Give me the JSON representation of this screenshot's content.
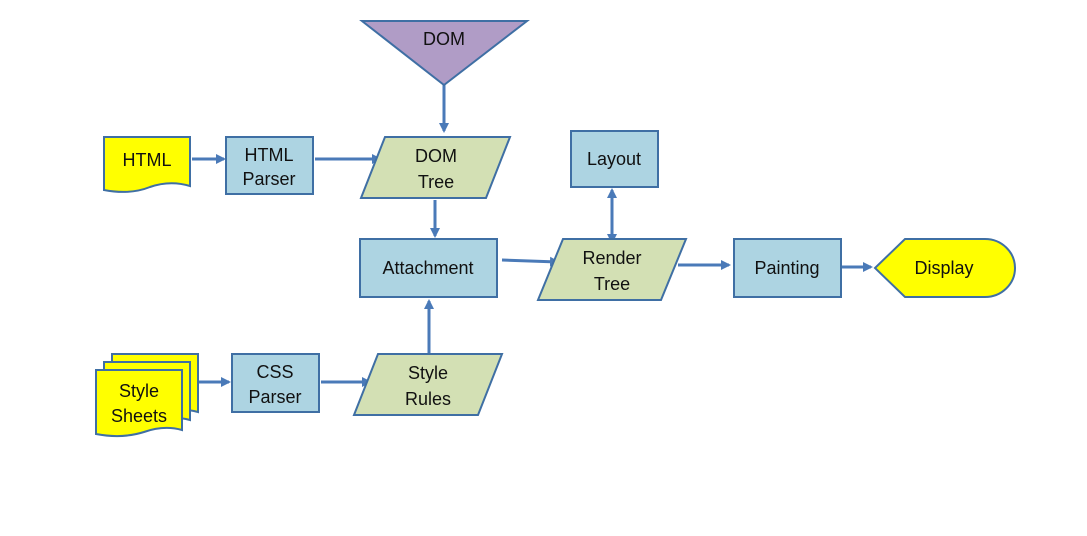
{
  "diagram": {
    "colors": {
      "process_fill": "#add4e2",
      "data_fill": "#d3e0b4",
      "io_fill": "#ffff00",
      "merge_fill": "#b09cc6",
      "stroke": "#3f6fa4",
      "arrow": "#4a7ab8"
    },
    "nodes": {
      "dom_source": {
        "label": "DOM"
      },
      "html_doc": {
        "label": "HTML"
      },
      "html_parser": {
        "line1": "HTML",
        "line2": "Parser"
      },
      "dom_tree": {
        "line1": "DOM",
        "line2": "Tree"
      },
      "attachment": {
        "label": "Attachment"
      },
      "layout": {
        "label": "Layout"
      },
      "render_tree": {
        "line1": "Render",
        "line2": "Tree"
      },
      "painting": {
        "label": "Painting"
      },
      "display": {
        "label": "Display"
      },
      "style_sheets": {
        "line1": "Style",
        "line2": "Sheets"
      },
      "css_parser": {
        "line1": "CSS",
        "line2": "Parser"
      },
      "style_rules": {
        "line1": "Style",
        "line2": "Rules"
      }
    }
  }
}
